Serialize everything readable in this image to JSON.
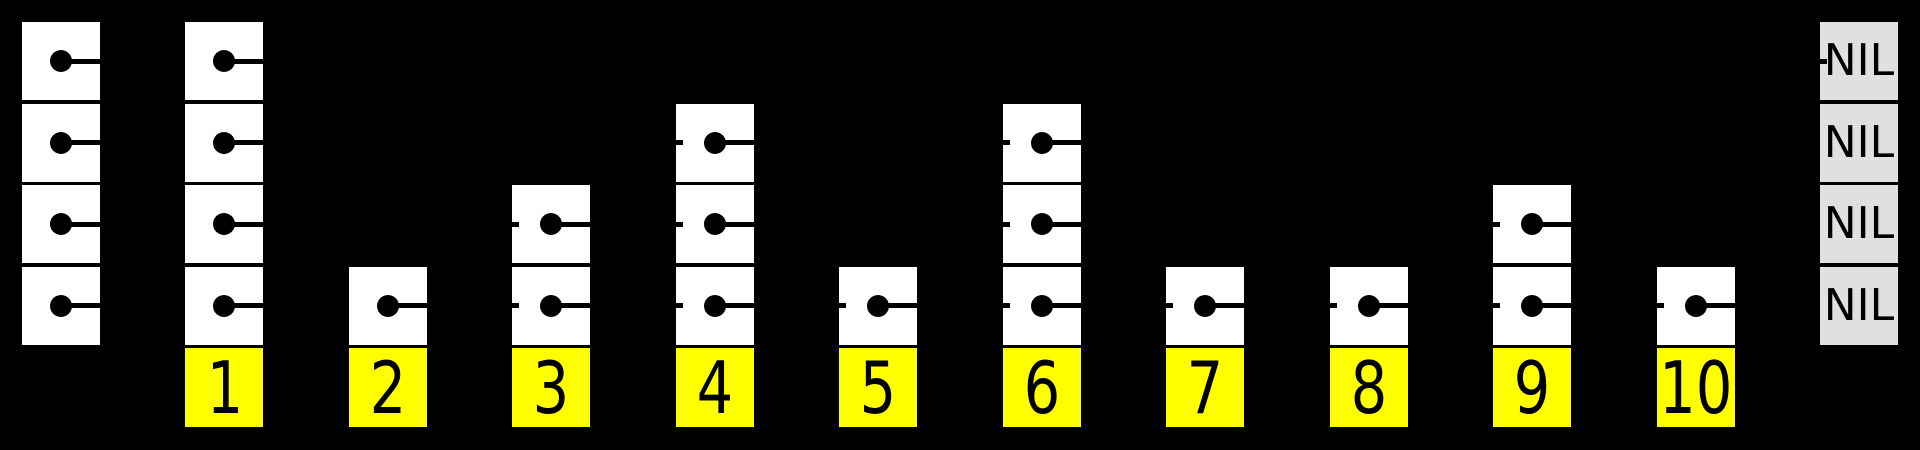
{
  "diagram": {
    "levels": 4,
    "head": {
      "levels": 4
    },
    "nodes": [
      {
        "label": "1",
        "levels": 4,
        "incoming_tick": false
      },
      {
        "label": "2",
        "levels": 1,
        "incoming_tick": false
      },
      {
        "label": "3",
        "levels": 2,
        "incoming_tick": true
      },
      {
        "label": "4",
        "levels": 3,
        "incoming_tick": true
      },
      {
        "label": "5",
        "levels": 1,
        "incoming_tick": true
      },
      {
        "label": "6",
        "levels": 3,
        "incoming_tick": true
      },
      {
        "label": "7",
        "levels": 1,
        "incoming_tick": true
      },
      {
        "label": "8",
        "levels": 1,
        "incoming_tick": true
      },
      {
        "label": "9",
        "levels": 2,
        "incoming_tick": true
      },
      {
        "label": "10",
        "levels": 1,
        "incoming_tick": true
      }
    ],
    "nil": {
      "labels": [
        "NIL",
        "NIL",
        "NIL",
        "NIL"
      ],
      "tick_rows": [
        0
      ]
    },
    "colors": {
      "background": "#000000",
      "node_cell": "#ffffff",
      "key_cell": "#ffff00",
      "nil_cell": "#e0e0e0",
      "ink": "#000000"
    }
  }
}
